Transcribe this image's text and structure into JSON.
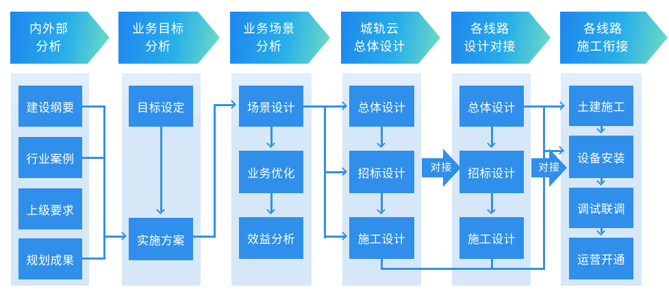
{
  "stages": [
    {
      "line1": "内外部",
      "line2": "分析"
    },
    {
      "line1": "业务目标",
      "line2": "分析"
    },
    {
      "line1": "业务场景",
      "line2": "分析"
    },
    {
      "line1": "城轨云",
      "line2": "总体设计"
    },
    {
      "line1": "各线路",
      "line2": "设计对接"
    },
    {
      "line1": "各线路",
      "line2": "施工衔接"
    }
  ],
  "columns": [
    {
      "boxes": [
        "建设纲要",
        "行业案例",
        "上级要求",
        "规划成果"
      ]
    },
    {
      "boxes": [
        "目标设定",
        "实施方案"
      ]
    },
    {
      "boxes": [
        "场景设计",
        "业务优化",
        "效益分析"
      ]
    },
    {
      "boxes": [
        "总体设计",
        "招标设计",
        "施工设计"
      ]
    },
    {
      "boxes": [
        "总体设计",
        "招标设计",
        "施工设计"
      ]
    },
    {
      "boxes": [
        "土建施工",
        "设备安装",
        "调试联调",
        "运营开通"
      ]
    }
  ],
  "docking": [
    {
      "label": "对接"
    },
    {
      "label": "对接"
    }
  ],
  "colors": {
    "accent": "#2f8fea",
    "panel": "#d9eaf8",
    "header_gradient_start": "#1d86ee",
    "header_gradient_mid": "#27aeea",
    "header_gradient_end": "#70ddc2",
    "text_on_accent": "#ffffff",
    "background": "#ffffff"
  }
}
